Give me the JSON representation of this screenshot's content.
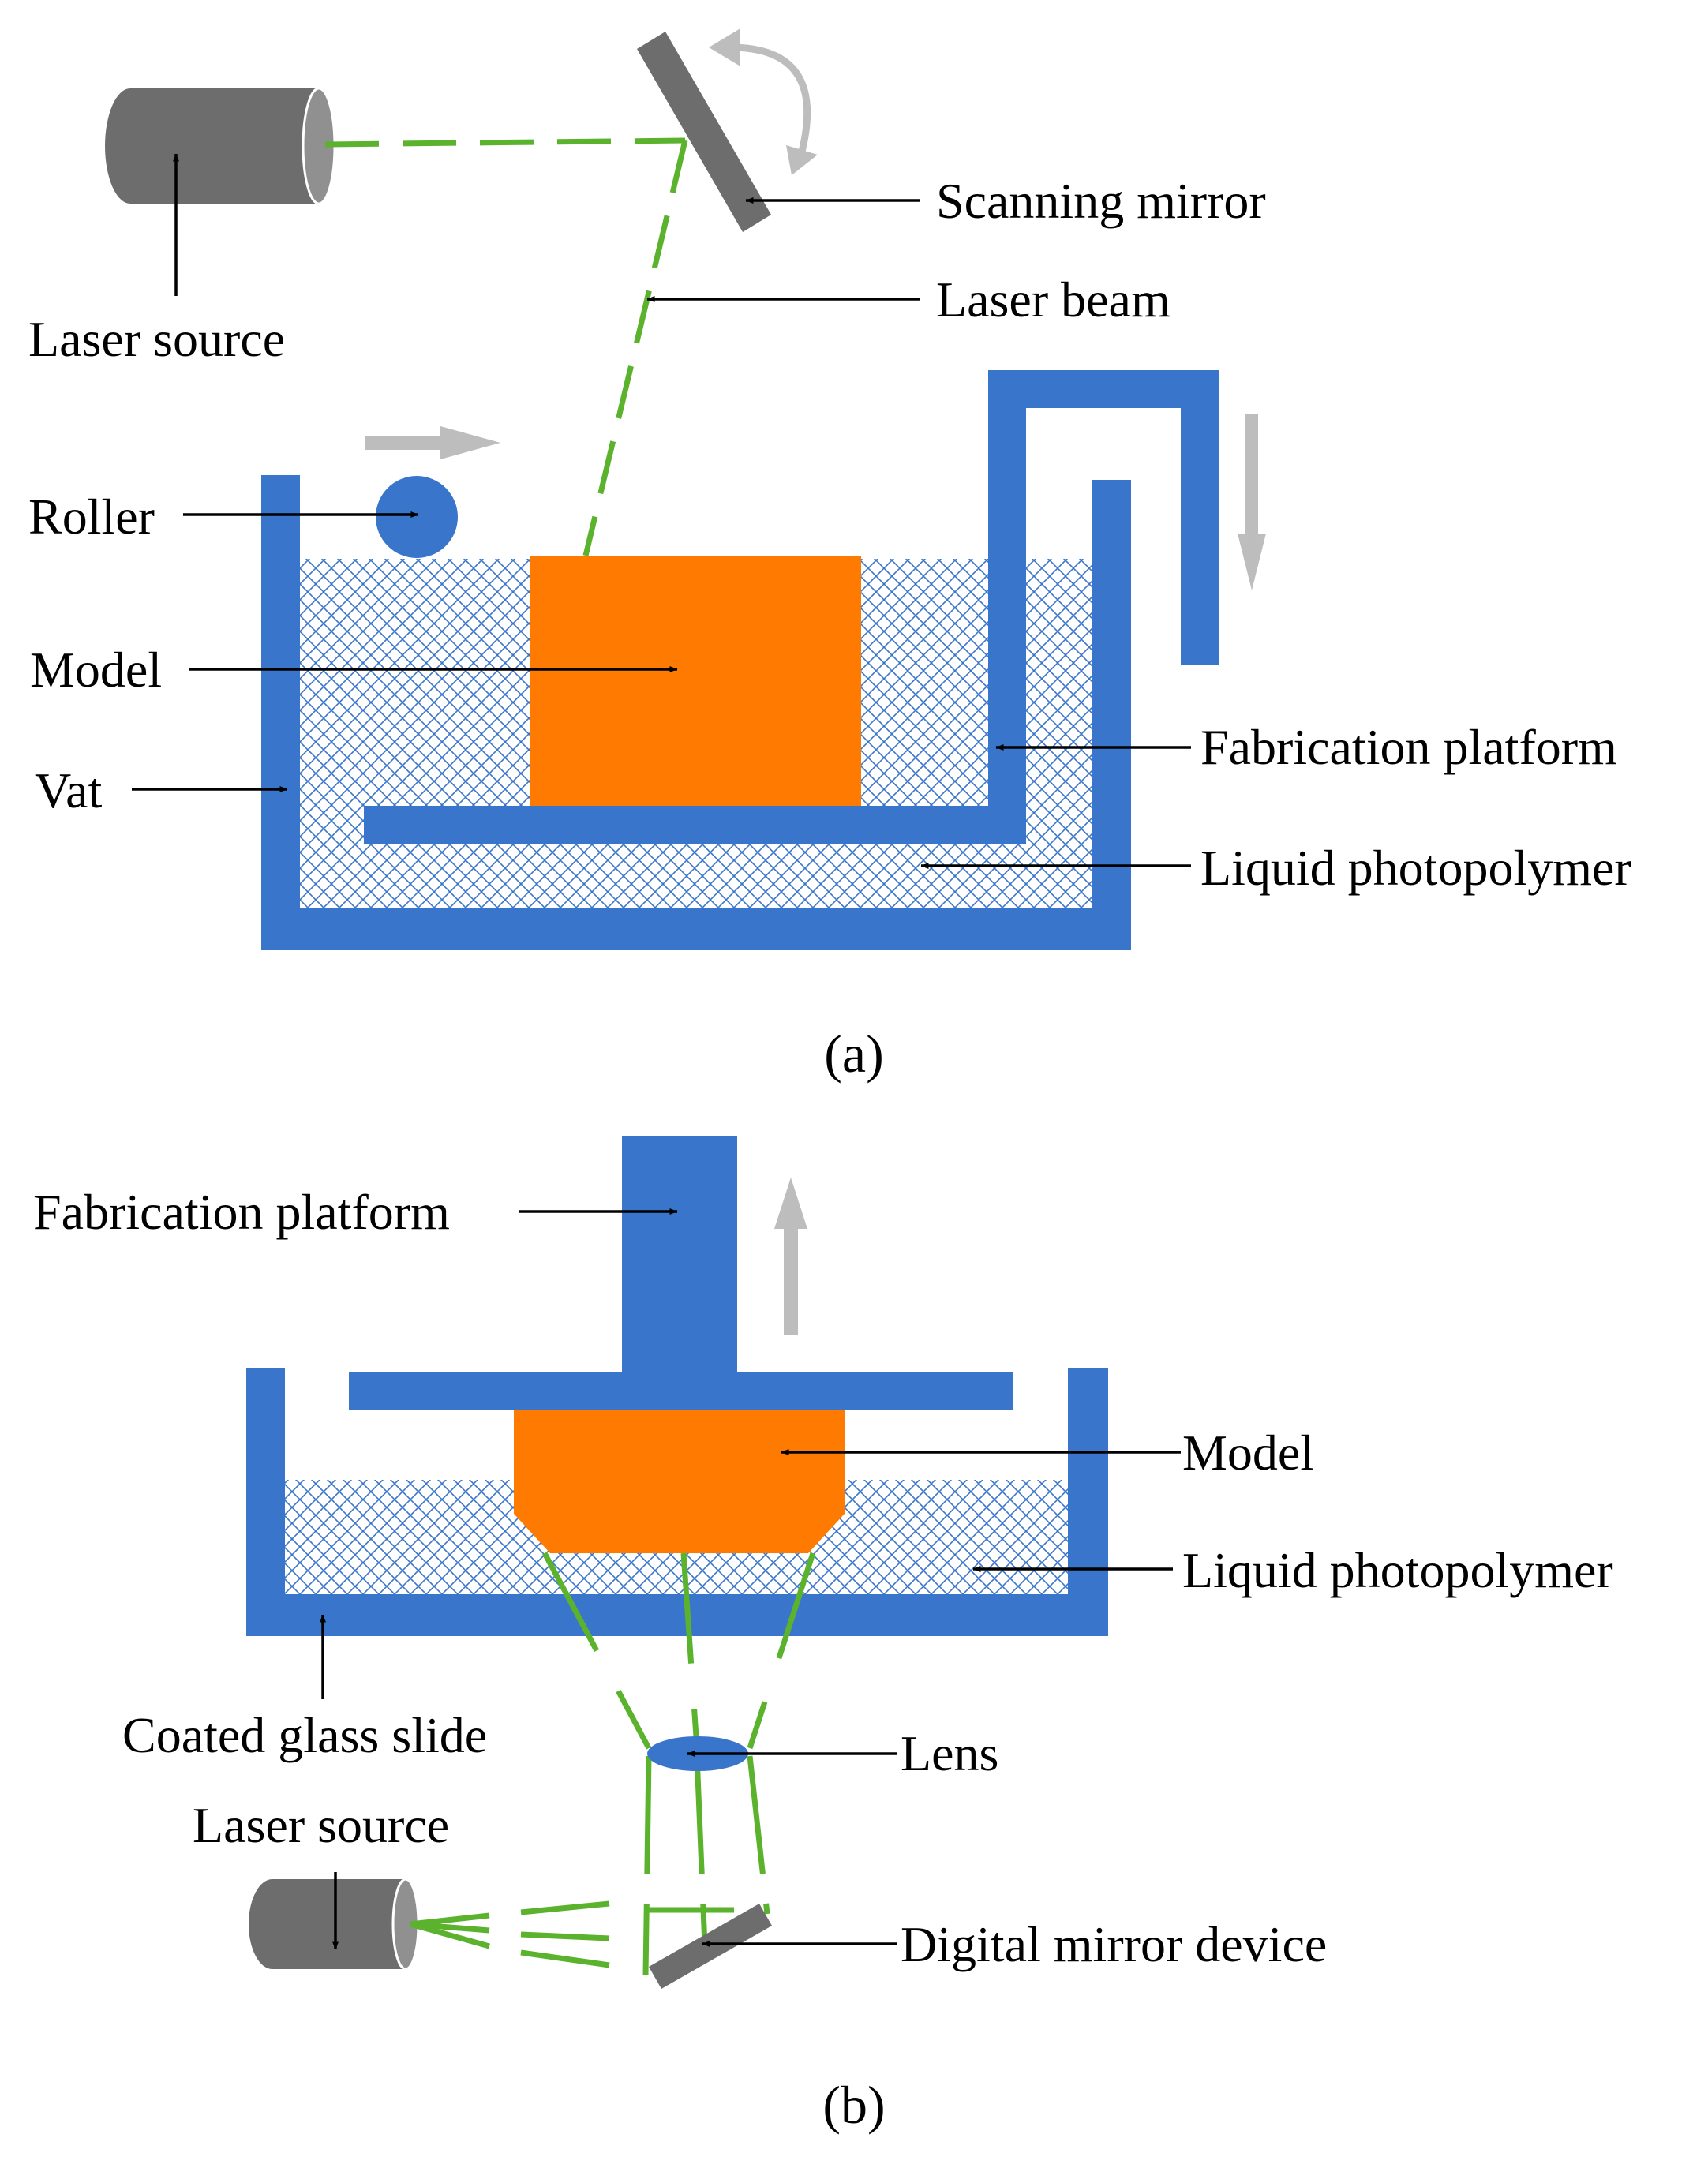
{
  "colors": {
    "vat": "#3a75cc",
    "model": "#ff7a00",
    "beam": "#5ab22d",
    "laser_body": "#6d6d6d",
    "laser_cap": "#909090",
    "mirror": "#6d6d6d",
    "motion_arrow": "#bdbdbd",
    "resin_hatch": "#3a75cc",
    "text": "#000000"
  },
  "icons": {
    "laser_source": "cylinder-icon",
    "scanning_mirror": "mirror-plate-icon",
    "roller": "circle-icon",
    "lens": "ellipse-icon",
    "motion": "arrow-icon"
  },
  "panel_a": {
    "caption": "(a)",
    "labels": {
      "scanning_mirror": "Scanning mirror",
      "laser_beam": "Laser beam",
      "laser_source": "Laser source",
      "roller": "Roller",
      "model": "Model",
      "vat": "Vat",
      "fabrication_platform": "Fabrication platform",
      "liquid_photopolymer": "Liquid photopolymer"
    }
  },
  "panel_b": {
    "caption": "(b)",
    "labels": {
      "fabrication_platform": "Fabrication platform",
      "model": "Model",
      "liquid_photopolymer": "Liquid photopolymer",
      "coated_glass_slide": "Coated glass slide",
      "lens": "Lens",
      "laser_source": "Laser source",
      "digital_mirror_device": "Digital mirror device"
    }
  }
}
